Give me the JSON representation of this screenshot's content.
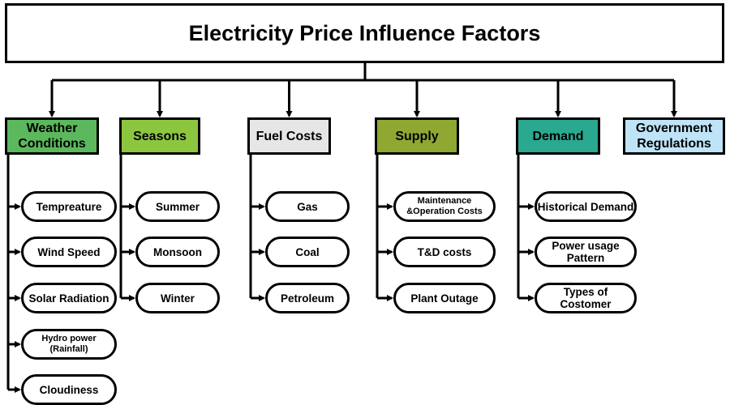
{
  "title": "Electricity Price Influence Factors",
  "colors": {
    "weather": "#5cb85c",
    "seasons": "#8cc63f",
    "fuel": "#e6e6e6",
    "supply": "#8fa832",
    "demand": "#2aa890",
    "government": "#bfe3f7"
  },
  "categories": [
    {
      "id": "weather",
      "label": "Weather Conditions",
      "items": [
        "Tempreature",
        "Wind Speed",
        "Solar Radiation",
        "Hydro power (Rainfall)",
        "Cloudiness"
      ]
    },
    {
      "id": "seasons",
      "label": "Seasons",
      "items": [
        "Summer",
        "Monsoon",
        "Winter"
      ]
    },
    {
      "id": "fuel",
      "label": "Fuel Costs",
      "items": [
        "Gas",
        "Coal",
        "Petroleum"
      ]
    },
    {
      "id": "supply",
      "label": "Supply",
      "items": [
        "Maintenance &Operation Costs",
        "T&D costs",
        "Plant Outage"
      ]
    },
    {
      "id": "demand",
      "label": "Demand",
      "items": [
        "Historical Demand",
        "Power usage Pattern",
        "Types of Costomer"
      ]
    },
    {
      "id": "government",
      "label": "Government Regulations",
      "items": []
    }
  ]
}
